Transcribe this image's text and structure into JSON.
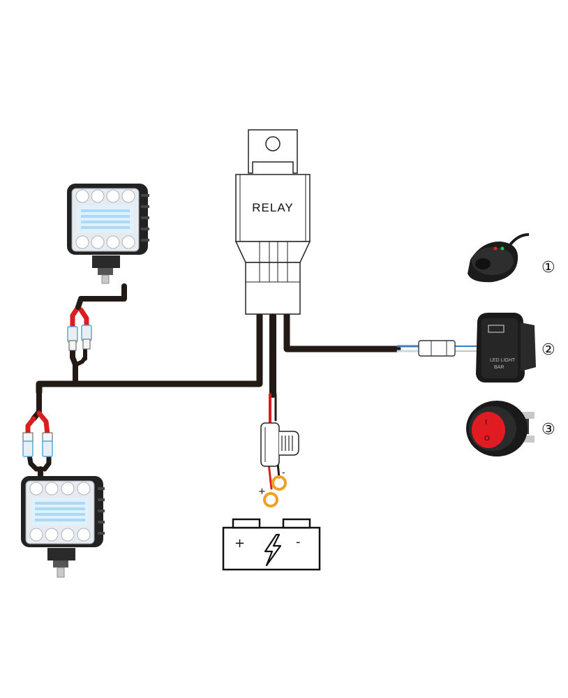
{
  "relay": {
    "label": "RELAY"
  },
  "switches": [
    {
      "number": "①",
      "kind": "push-button-switch"
    },
    {
      "number": "②",
      "kind": "rocker-switch",
      "text_line1": "LED LIGHT",
      "text_line2": "BAR"
    },
    {
      "number": "③",
      "kind": "round-rocker-switch",
      "on_mark": "I",
      "off_mark": "O"
    }
  ],
  "battery": {
    "plus": "+",
    "minus": "-"
  },
  "fuse_holder": {
    "plus": "+",
    "minus": "-"
  },
  "colors": {
    "wire_main": "#231915",
    "wire_positive": "#d81e1e",
    "wire_signal": "#3a7dc4",
    "ring_terminal": "#f0a020",
    "switch_red": "#e11b22"
  }
}
